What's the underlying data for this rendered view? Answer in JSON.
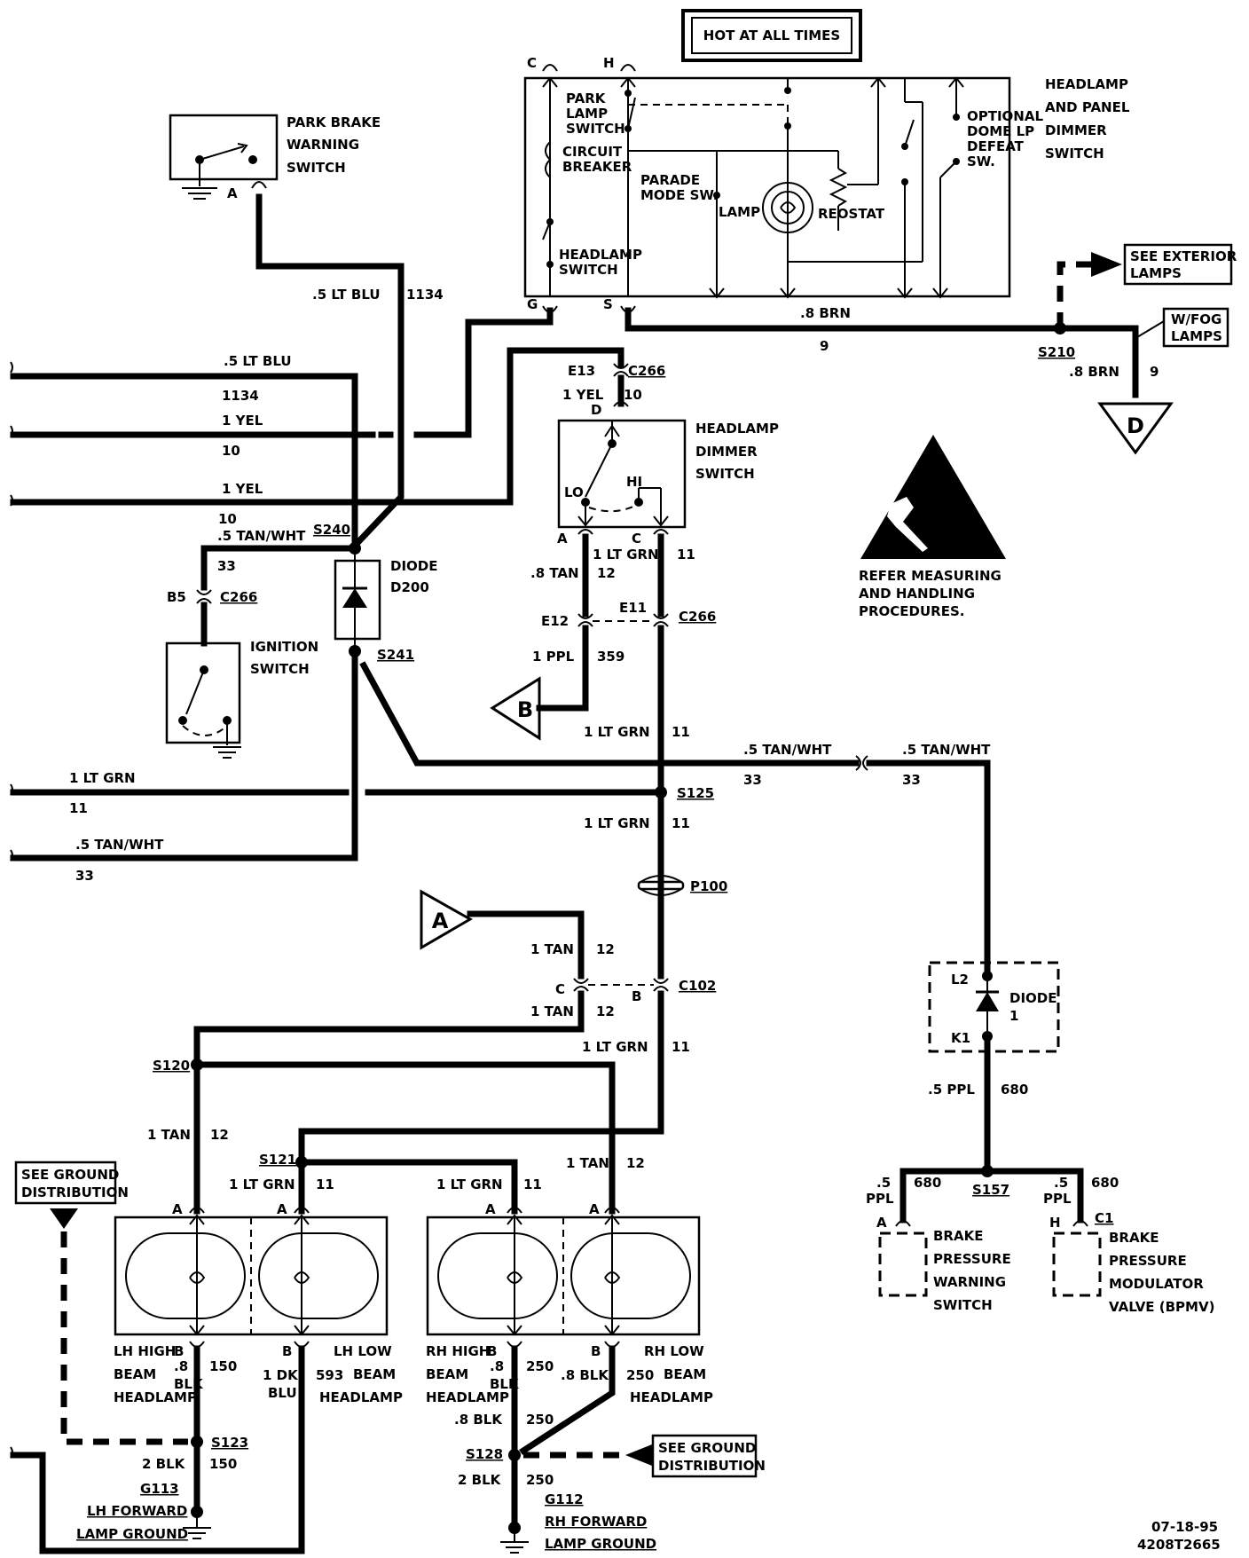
{
  "hot_at_all_times": "HOT AT ALL TIMES",
  "headlamp_panel_dimmer_switch": [
    "HEADLAMP",
    "AND PANEL",
    "DIMMER",
    "SWITCH"
  ],
  "park_lamp_switch": [
    "PARK",
    "LAMP",
    "SWITCH"
  ],
  "circuit_breaker": [
    "CIRCUIT",
    "BREAKER"
  ],
  "parade_mode_switch": [
    "PARADE",
    "MODE SW."
  ],
  "lamp": "LAMP",
  "reostat": "REOSTAT",
  "optional_dome": [
    "OPTIONAL",
    "DOME LP",
    "DEFEAT",
    "SW."
  ],
  "headlamp_switch": [
    "HEADLAMP",
    "SWITCH"
  ],
  "park_brake_warning_switch": [
    "PARK BRAKE",
    "WARNING",
    "SWITCH"
  ],
  "see_exterior_lamps": [
    "SEE EXTERIOR",
    "LAMPS"
  ],
  "w_fog_lamps": [
    "W/FOG",
    "LAMPS"
  ],
  "headlamp_dimmer_switch": [
    "HEADLAMP",
    "DIMMER",
    "SWITCH"
  ],
  "dimmer_lo": "LO",
  "dimmer_hi": "HI",
  "diode_d200": [
    "DIODE",
    "D200"
  ],
  "ignition_switch": [
    "IGNITION",
    "SWITCH"
  ],
  "esd_note": [
    "REFER MEASURING",
    "AND HANDLING",
    "PROCEDURES."
  ],
  "diode_1": [
    "DIODE",
    "1"
  ],
  "brake_pressure_warning_switch": [
    "BRAKE",
    "PRESSURE",
    "WARNING",
    "SWITCH"
  ],
  "brake_pressure_modulator_valve": [
    "BRAKE",
    "PRESSURE",
    "MODULATOR",
    "VALVE (BPMV)"
  ],
  "see_ground_distribution": [
    "SEE GROUND",
    "DISTRIBUTION"
  ],
  "lh_high_beam_headlamp": [
    "LH HIGH",
    "BEAM",
    "HEADLAMP"
  ],
  "lh_low_beam_headlamp": [
    "LH LOW",
    "BEAM",
    "HEADLAMP"
  ],
  "rh_high_beam_headlamp": [
    "RH HIGH",
    "BEAM",
    "HEADLAMP"
  ],
  "rh_low_beam_headlamp": [
    "RH LOW",
    "BEAM",
    "HEADLAMP"
  ],
  "g113": [
    "G113",
    "LH FORWARD",
    "LAMP GROUND"
  ],
  "g112": [
    "G112",
    "RH FORWARD",
    "LAMP GROUND"
  ],
  "offpage": {
    "B": "B",
    "A": "A",
    "D": "D"
  },
  "splices": {
    "s240": "S240",
    "s241": "S241",
    "s210": "S210",
    "s125": "S125",
    "s120": "S120",
    "s121": "S121",
    "s157": "S157",
    "s123": "S123",
    "s128": "S128"
  },
  "connectors": {
    "c266": "C266",
    "c102": "C102",
    "p100": "P100",
    "c1": "C1",
    "l2": "L2",
    "k1": "K1",
    "b5": "B5",
    "e13": "E13",
    "e12": "E12",
    "e11": "E11",
    "cav_c": "C",
    "cav_h": "H",
    "cav_g": "G",
    "cav_s": "S",
    "cav_a": "A",
    "cav_d": "D",
    "cav_b": "B"
  },
  "wires": {
    "lt_blu_05": ".5 LT BLU",
    "c1134": "1134",
    "brn_08": ".8 BRN",
    "c9": "9",
    "yel_1": "1 YEL",
    "c10": "10",
    "tan_wht_05": ".5 TAN/WHT",
    "c33": "33",
    "lt_grn_1": "1 LT GRN",
    "c11": "11",
    "tan_08": ".8 TAN",
    "c12": "12",
    "ppl_1": "1 PPL",
    "c359": "359",
    "tan_1": "1 TAN",
    "ppl_05": ".5 PPL",
    "c680": "680",
    "ppl_05_short": ".5",
    "ppl_word": "PPL",
    "blk_08": ".8",
    "blk_word": "BLK",
    "c150": "150",
    "dk_blu_1": "1 DK",
    "blu_word": "BLU",
    "c593": "593",
    "c250": "250",
    "blk_08_full": ".8 BLK",
    "blk_2": "2 BLK"
  },
  "footer": [
    "07-18-95",
    "4208T2665"
  ]
}
